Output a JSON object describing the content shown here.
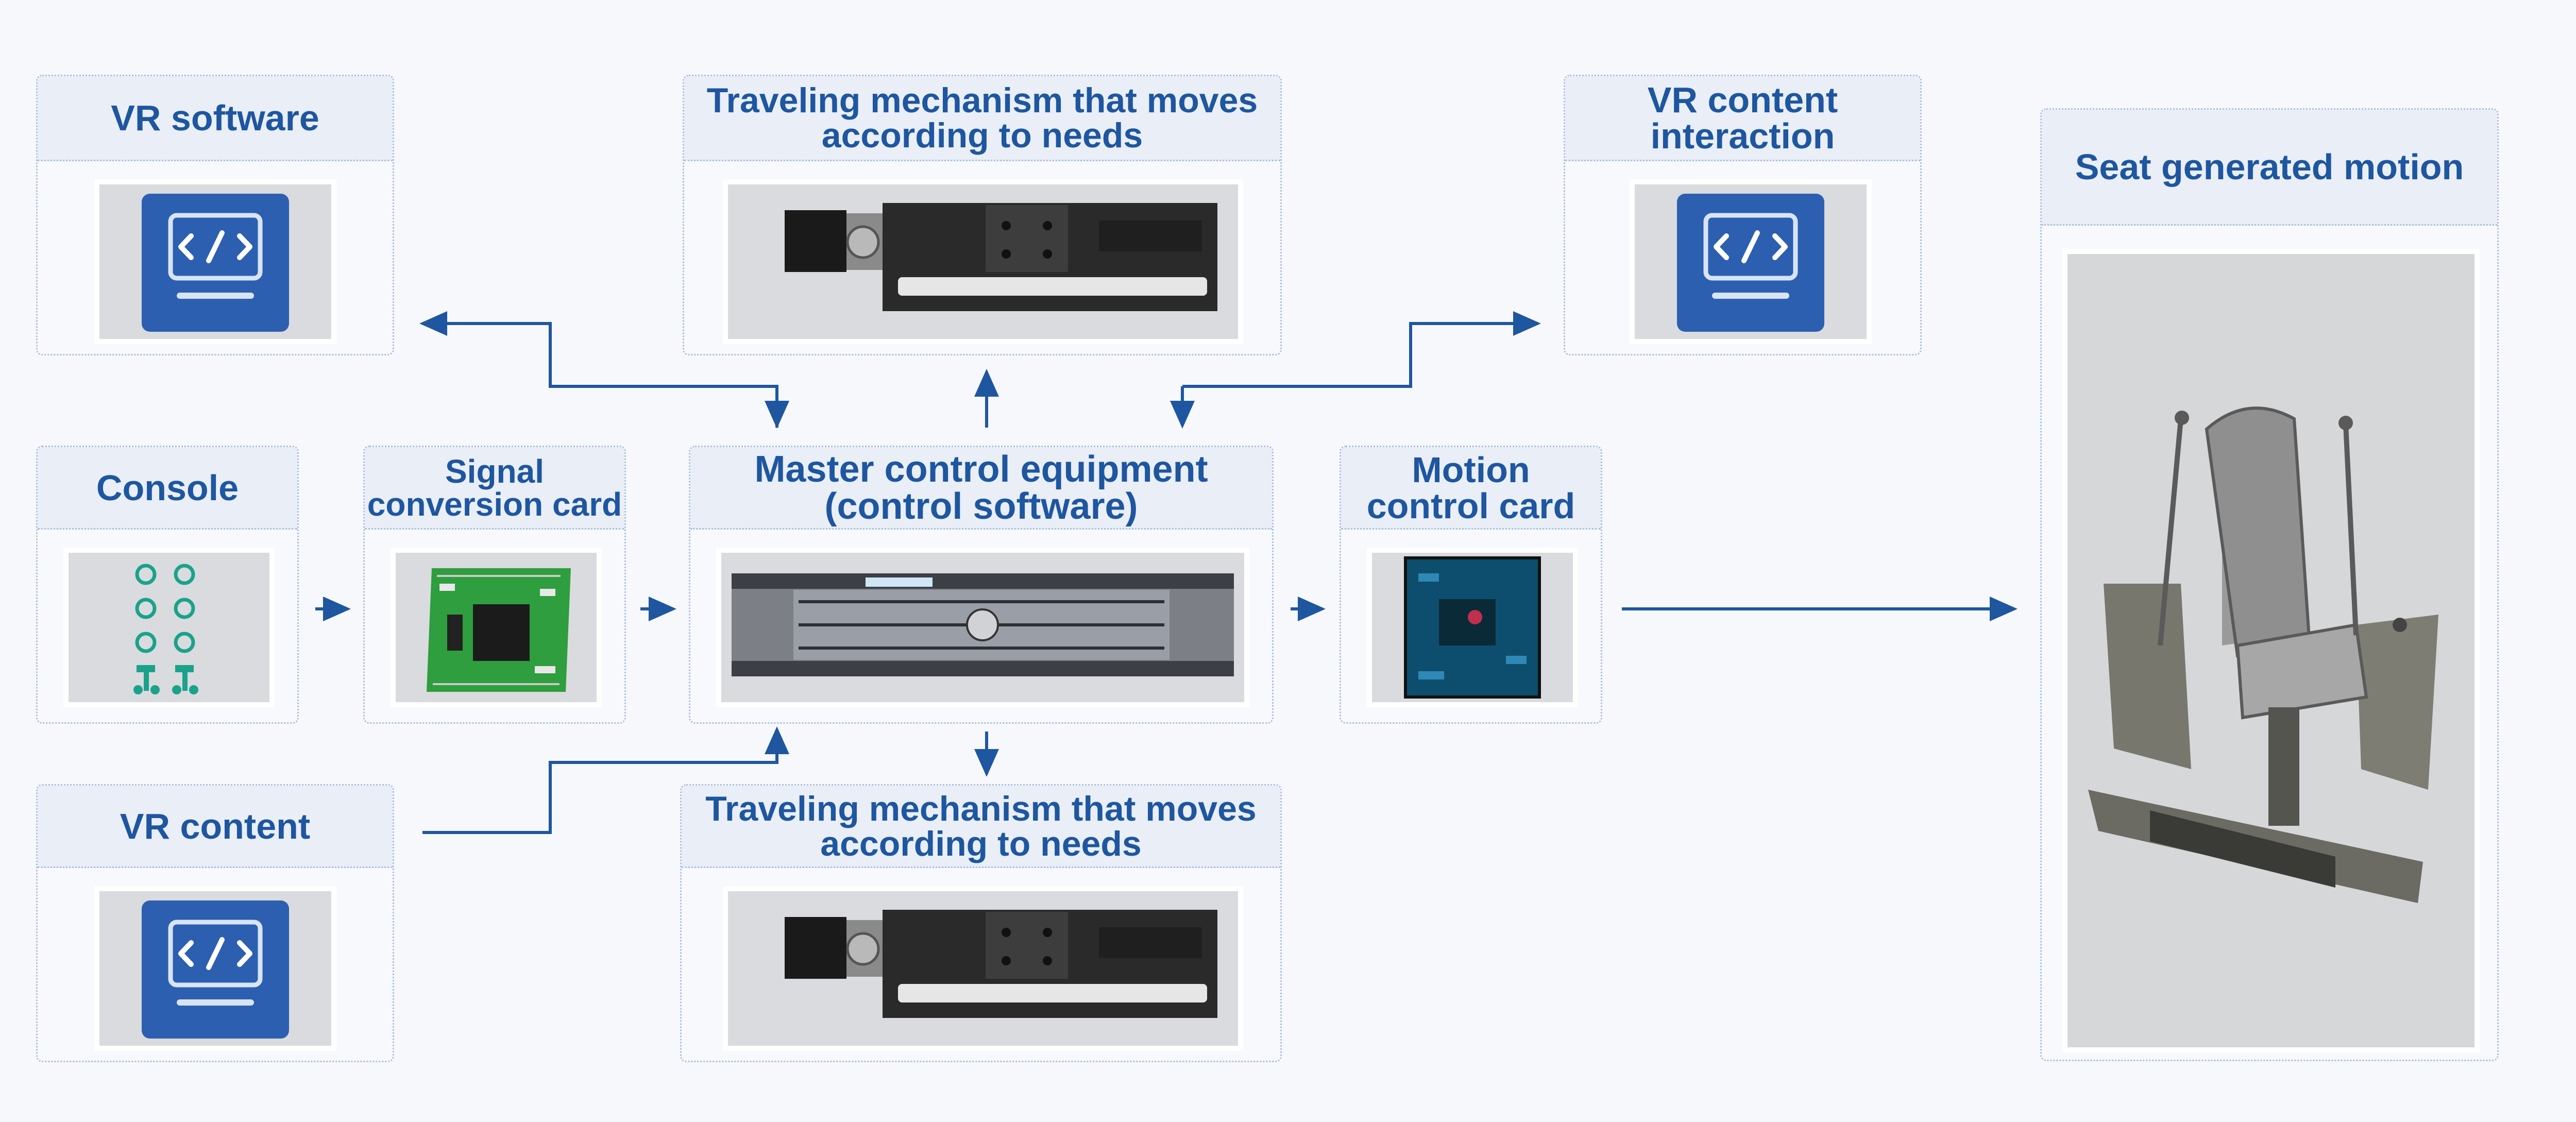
{
  "colors": {
    "accent": "#1e56a0",
    "card_border": "#a8bfe0",
    "header_bg": "#e9eef7",
    "background": "#f7f8fb"
  },
  "nodes": {
    "vr_software": {
      "title": "VR software",
      "icon": "code-monitor-icon"
    },
    "traveling_top": {
      "title": "Traveling mechanism that moves\naccording to needs",
      "icon": "linear-actuator-image"
    },
    "vr_content_interaction": {
      "title": "VR content\ninteraction",
      "icon": "code-monitor-icon"
    },
    "seat_motion": {
      "title": "Seat generated motion",
      "icon": "motion-seat-image"
    },
    "console": {
      "title": "Console",
      "icon": "button-panel-image"
    },
    "signal_card": {
      "title": "Signal\nconversion card",
      "icon": "circuit-board-image"
    },
    "master_control": {
      "title": "Master control equipment\n(control software)",
      "icon": "rack-server-image"
    },
    "motion_card": {
      "title": "Motion\ncontrol card",
      "icon": "control-board-image"
    },
    "vr_content": {
      "title": "VR content",
      "icon": "code-monitor-icon"
    },
    "traveling_bottom": {
      "title": "Traveling mechanism that moves\naccording to needs",
      "icon": "linear-actuator-image"
    }
  }
}
